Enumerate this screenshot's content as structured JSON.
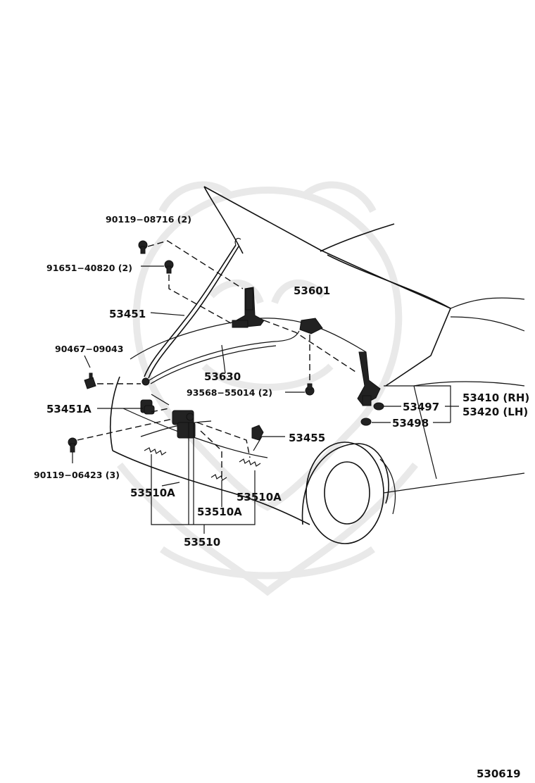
{
  "labels": {
    "p90119_08716": "90119−08716 (2)",
    "p91651_40820": "91651−40820 (2)",
    "p53451": "53451",
    "p53601": "53601",
    "p90467_09043": "90467−09043",
    "p53630": "53630",
    "p93568_55014": "93568−55014 (2)",
    "p53451A": "53451A",
    "p53410": "53410 (RH)",
    "p53420": "53420 (LH)",
    "p53497": "53497",
    "p53498": "53498",
    "p53455": "53455",
    "p90119_06423": "90119−06423 (3)",
    "p53510A_left": "53510A",
    "p53510A_right": "53510A",
    "p53510A_mid": "53510A",
    "p53510": "53510",
    "diagram_code": "530619"
  }
}
